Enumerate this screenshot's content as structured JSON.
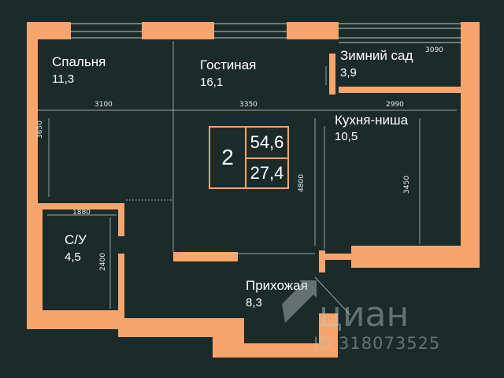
{
  "rooms": [
    {
      "name": "Спальня",
      "area": "11,3"
    },
    {
      "name": "Гостиная",
      "area": "16,1"
    },
    {
      "name": "Зимний сад",
      "area": "3,9"
    },
    {
      "name": "Кухня-ниша",
      "area": "10,5"
    },
    {
      "name": "С/У",
      "area": "4,5"
    },
    {
      "name": "Прихожая",
      "area": "8,3"
    }
  ],
  "summary": {
    "rooms": "2",
    "total_area": "54,6",
    "living_area": "27,4"
  },
  "dimensions": {
    "bedroom_width": "3100",
    "living_width": "3350",
    "kitchen_width": "2990",
    "garden_width": "3090",
    "bath_width": "1880",
    "bedroom_depth": "3650",
    "bath_depth": "2400",
    "living_depth": "4800",
    "kitchen_depth": "3450"
  },
  "colors": {
    "background": "#1b2b2a",
    "walls": "#f7a56c",
    "text": "#ffffff"
  },
  "watermark": {
    "brand": "циан",
    "id": "ID 318073525",
    "icon": "cian-logo-icon"
  }
}
